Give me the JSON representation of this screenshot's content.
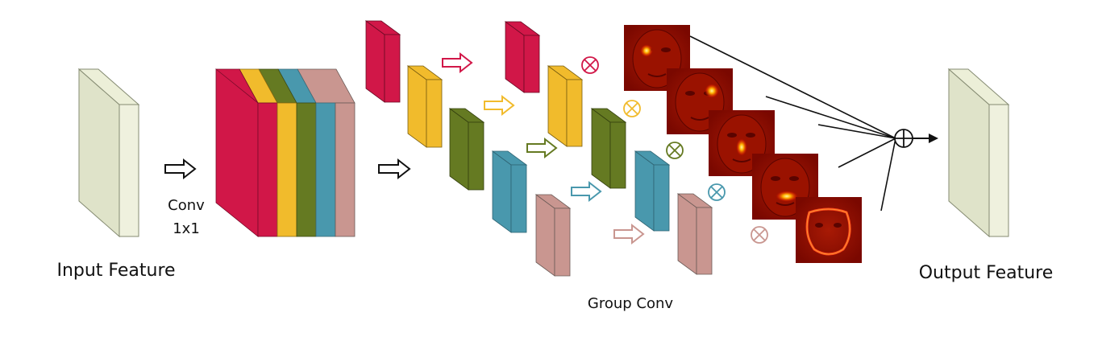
{
  "labels": {
    "input": "Input Feature",
    "conv_line1": "Conv",
    "conv_line2": "1x1",
    "group_conv": "Group Conv",
    "output": "Output Feature"
  },
  "colors": {
    "feature_face": "#dfe3c9",
    "feature_side": "#eff1de",
    "feature_top": "#ecefd8",
    "feature_stroke": "#858b72",
    "red": "#d11748",
    "yellow": "#f1bb2c",
    "green": "#657a22",
    "blue": "#4998ad",
    "pink": "#c99690",
    "heatmap_bg": "#8b0a00"
  },
  "group_order": [
    "red",
    "yellow",
    "green",
    "blue",
    "pink"
  ],
  "icons": {
    "hollow_arrow": "hollow-arrow-icon",
    "multiply": "circled-times-icon",
    "sum": "circled-plus-icon"
  }
}
